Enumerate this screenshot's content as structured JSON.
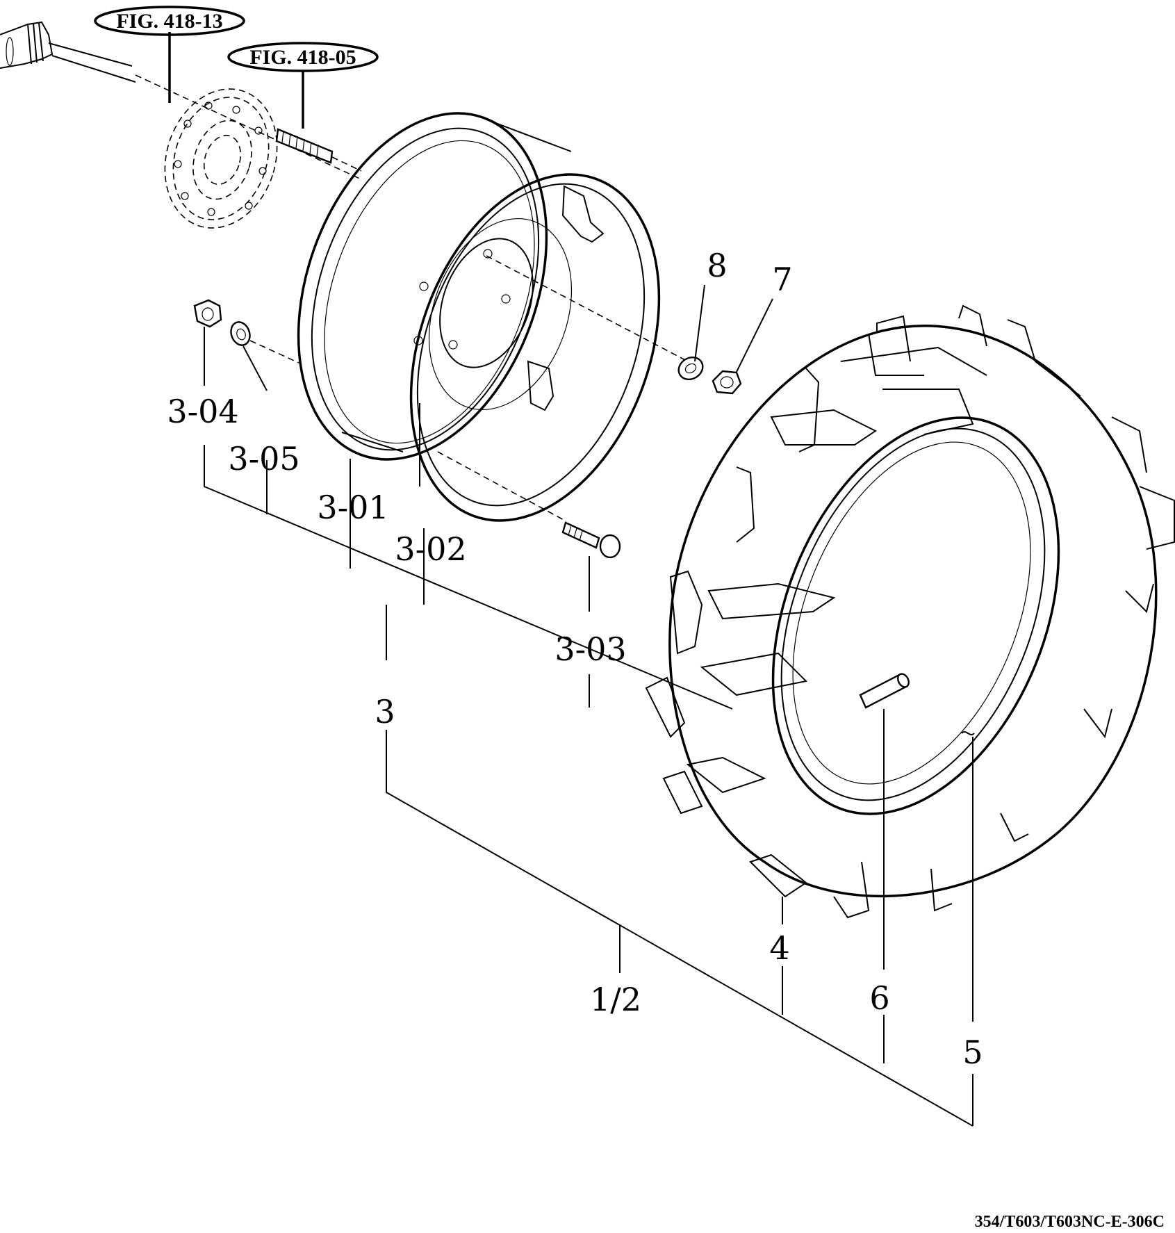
{
  "figure_refs": {
    "shaft": "FIG. 418-13",
    "stud": "FIG. 418-05"
  },
  "callouts": {
    "c_3_04": "3-04",
    "c_3_05": "3-05",
    "c_3_01": "3-01",
    "c_3_02": "3-02",
    "c_3_03": "3-03",
    "c_3": "3",
    "c_8": "8",
    "c_7": "7",
    "c_4": "4",
    "c_1_2": "1/2",
    "c_6": "6",
    "c_5": "5"
  },
  "drawing_code": "354/T603/T603NC-E-306C"
}
